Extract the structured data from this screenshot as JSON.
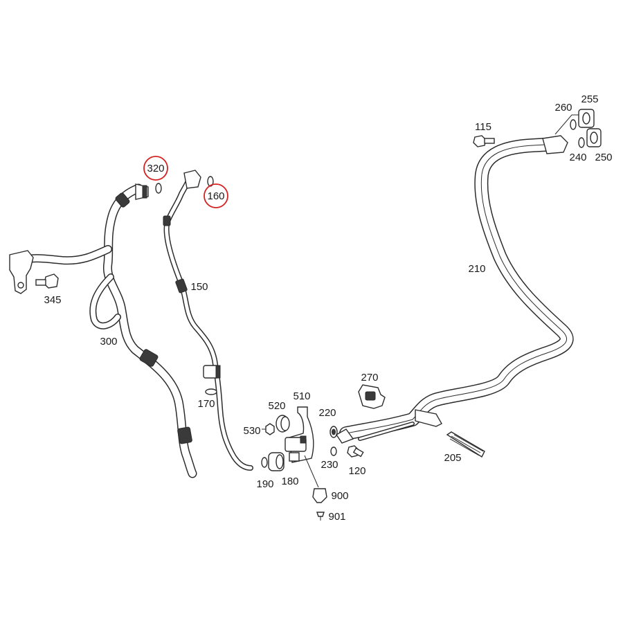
{
  "highlight_color": "#d42020",
  "line_color": "#2b2b2b",
  "callouts": {
    "p320": "320",
    "p160": "160",
    "p345": "345",
    "p300": "300",
    "p150": "150",
    "p170": "170",
    "p510": "510",
    "p520": "520",
    "p530": "530",
    "p270": "270",
    "p220": "220",
    "p230": "230",
    "p120": "120",
    "p190": "190",
    "p180": "180",
    "p900": "900",
    "p901": "901",
    "p205": "205",
    "p210": "210",
    "p115": "115",
    "p260": "260",
    "p255": "255",
    "p240": "240",
    "p250": "250"
  },
  "highlighted": [
    "320",
    "160"
  ]
}
